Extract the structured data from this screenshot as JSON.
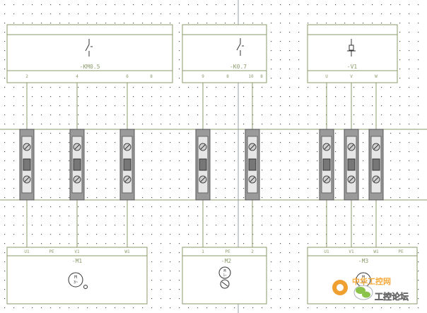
{
  "devices": {
    "k1": {
      "label": "-KM0.5",
      "pins": [
        "2",
        "4",
        "6",
        "8"
      ]
    },
    "k2": {
      "label": "-K0.7",
      "pins": [
        "9",
        "8",
        "10",
        "8"
      ]
    },
    "v1": {
      "label": "-V1",
      "pins": [
        "U",
        "V",
        "W"
      ]
    }
  },
  "motors": {
    "m1": {
      "label": "-M1",
      "pins": [
        "U1",
        "PE",
        "V1",
        "W1"
      ]
    },
    "m2": {
      "label": "-M2",
      "pins": [
        "1",
        "PE",
        "2"
      ]
    },
    "m3": {
      "label": "-M3",
      "pins": [
        "U1",
        "V1",
        "W1",
        "PE"
      ]
    }
  },
  "watermark": {
    "line1": "中华工控网",
    "line2": "工控论坛"
  },
  "colors": {
    "line": "#8a9a6a",
    "terminal": "#6d6d6d",
    "text": "#8a9a6a"
  }
}
